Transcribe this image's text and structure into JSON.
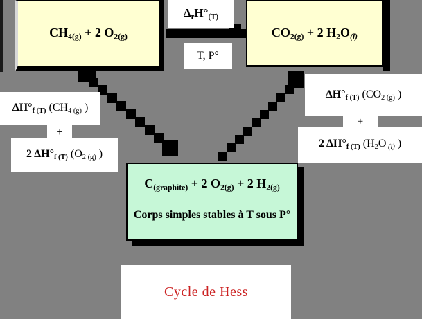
{
  "colors": {
    "background": "#818181",
    "reactant_product_box": "#FFFFD2",
    "elements_box": "#C6F7D7",
    "label_box": "#FFFFFF",
    "arrows": "#000000",
    "title_red": "#CC2222"
  },
  "boxes": {
    "reactants": {
      "formula": [
        {
          "t": "CH",
          "s": "b"
        },
        {
          "t": "4(g)",
          "s": "bsub"
        },
        {
          "t": " + 2 O",
          "s": "b"
        },
        {
          "t": "2(g)",
          "s": "bsub"
        }
      ]
    },
    "products": {
      "formula": [
        {
          "t": "CO",
          "s": "b"
        },
        {
          "t": "2(g)",
          "s": "bsub"
        },
        {
          "t": " + 2 H",
          "s": "b"
        },
        {
          "t": "2",
          "s": "bsub"
        },
        {
          "t": "O",
          "s": "b"
        },
        {
          "t": "(l)",
          "s": "bisub"
        }
      ]
    },
    "elements": {
      "formula": [
        {
          "t": "C",
          "s": "b"
        },
        {
          "t": "(graphite)",
          "s": "bsub"
        },
        {
          "t": " + 2 O",
          "s": "b"
        },
        {
          "t": "2(g)",
          "s": "bsub"
        },
        {
          "t": " + 2 H",
          "s": "b"
        },
        {
          "t": "2(g)",
          "s": "bsub"
        }
      ],
      "caption": [
        {
          "t": "Corps simples stables à T sous P°",
          "s": "b"
        }
      ]
    }
  },
  "arrow_top": {
    "label": [
      {
        "t": "Δ",
        "s": "b"
      },
      {
        "t": "r",
        "s": "bsub"
      },
      {
        "t": "H°",
        "s": "b"
      },
      {
        "t": "(T)",
        "s": "bsub"
      }
    ],
    "conditions": [
      {
        "t": "T, P°",
        "s": "n"
      }
    ]
  },
  "left_path": {
    "term1": [
      {
        "t": "ΔH°",
        "s": "b"
      },
      {
        "t": "f (T)",
        "s": "bsub"
      },
      {
        "t": " (CH",
        "s": "n"
      },
      {
        "t": "4 (g)",
        "s": "sub"
      },
      {
        "t": " )",
        "s": "n"
      }
    ],
    "plus": "+",
    "term2": [
      {
        "t": "2 ΔH°",
        "s": "b"
      },
      {
        "t": "f (T)",
        "s": "bsub"
      },
      {
        "t": " (O",
        "s": "n"
      },
      {
        "t": "2 (g)",
        "s": "sub"
      },
      {
        "t": " )",
        "s": "n"
      }
    ]
  },
  "right_path": {
    "term1": [
      {
        "t": "ΔH°",
        "s": "b"
      },
      {
        "t": "f (T)",
        "s": "bsub"
      },
      {
        "t": " (CO",
        "s": "n"
      },
      {
        "t": "2 (g)",
        "s": "sub"
      },
      {
        "t": " )",
        "s": "n"
      }
    ],
    "plus": "+",
    "term2": [
      {
        "t": "2 ΔH°",
        "s": "b"
      },
      {
        "t": "f (T)",
        "s": "bsub"
      },
      {
        "t": " (H",
        "s": "n"
      },
      {
        "t": "2",
        "s": "sub"
      },
      {
        "t": "O",
        "s": "n"
      },
      {
        "t": " (l)",
        "s": "isub"
      },
      {
        "t": " )",
        "s": "n"
      }
    ]
  },
  "title": {
    "text": "Cycle de Hess"
  }
}
